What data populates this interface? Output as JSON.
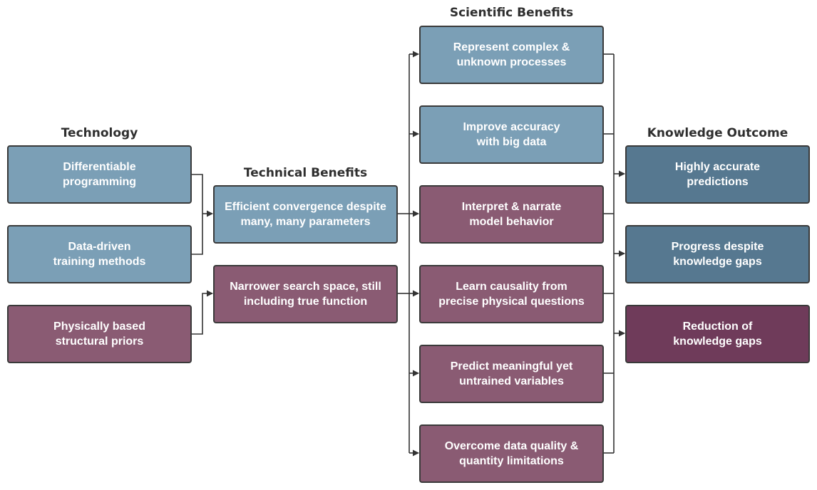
{
  "headings": {
    "technology": "Technology",
    "technical_benefits": "Technical Benefits",
    "scientific_benefits": "Scientific Benefits",
    "knowledge_outcome": "Knowledge Outcome"
  },
  "technology": [
    {
      "label": "Differentiable\nprogramming",
      "color": "#7b9fb6"
    },
    {
      "label": "Data-driven\ntraining methods",
      "color": "#7b9fb6"
    },
    {
      "label": "Physically based\nstructural priors",
      "color": "#8a5b73"
    }
  ],
  "technical_benefits": [
    {
      "label": "Efficient convergence despite\nmany, many parameters",
      "color": "#7b9fb6"
    },
    {
      "label": "Narrower search space, still\nincluding true function",
      "color": "#8a5b73"
    }
  ],
  "scientific_benefits": [
    {
      "label": "Represent complex &\nunknown processes",
      "color": "#7b9fb6"
    },
    {
      "label": "Improve accuracy\nwith big data",
      "color": "#7b9fb6"
    },
    {
      "label": "Interpret & narrate\nmodel behavior",
      "color": "#8a5b73"
    },
    {
      "label": "Learn causality from\nprecise physical questions",
      "color": "#8a5b73"
    },
    {
      "label": "Predict meaningful yet\nuntrained variables",
      "color": "#8a5b73"
    },
    {
      "label": "Overcome data quality &\nquantity limitations",
      "color": "#8a5b73"
    }
  ],
  "knowledge_outcome": [
    {
      "label": "Highly accurate\npredictions",
      "color": "#567890"
    },
    {
      "label": "Progress despite\nknowledge gaps",
      "color": "#567890"
    },
    {
      "label": "Reduction of\nknowledge gaps",
      "color": "#6f3b5a"
    }
  ],
  "colors": {
    "connector": "#333333",
    "box_border": "#3a3a3a"
  }
}
